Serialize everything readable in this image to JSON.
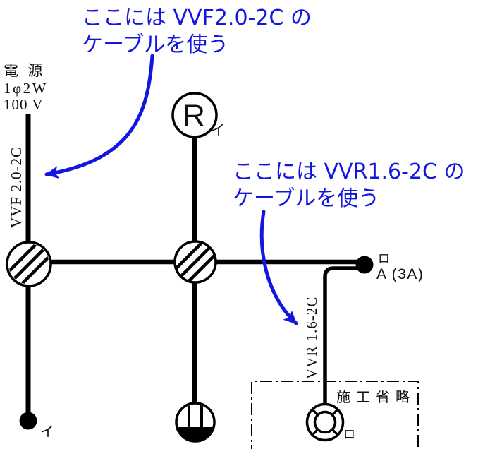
{
  "colors": {
    "annotation_blue": "#1315e0",
    "diagram_ink": "#000000",
    "background": "#ffffff"
  },
  "power_source": {
    "name": "電 源",
    "phase": "1φ2W",
    "voltage": "100 V"
  },
  "cables": {
    "vvf_label": "VVF 2.0-2C",
    "vvr_label": "VVR 1.6-2C"
  },
  "annotations": {
    "vvf_note": {
      "line1": "ここには VVF2.0-2C の",
      "line2": "ケーブルを使う"
    },
    "vvr_note": {
      "line1": "ここには VVR1.6-2C の",
      "line2": "ケーブルを使う"
    }
  },
  "symbols": {
    "lamp_receptacle": {
      "letter": "R",
      "circuit": "イ"
    },
    "switch_i": {
      "circuit": "イ"
    },
    "auto_switch": {
      "circuit": "ロ",
      "rating": "A (3A)"
    },
    "outdoor_light": {
      "circuit": "ロ"
    },
    "omitted_area": {
      "label": "施工省略"
    }
  }
}
